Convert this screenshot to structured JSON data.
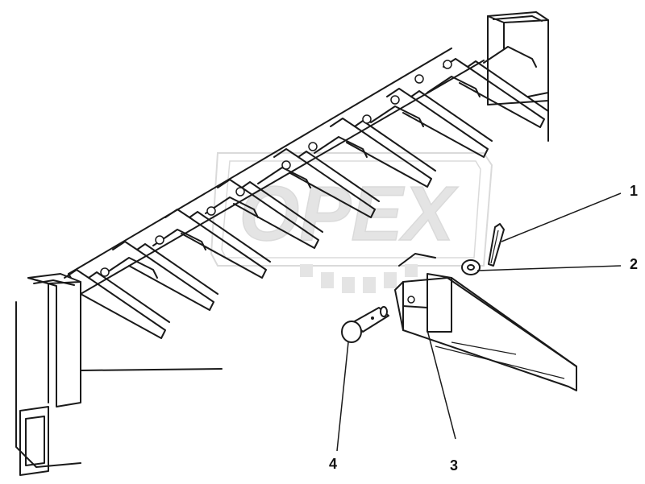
{
  "watermark": {
    "text": "OPEX",
    "color": "#c8c8c8"
  },
  "callouts": [
    {
      "id": "1",
      "label": "1"
    },
    {
      "id": "2",
      "label": "2"
    },
    {
      "id": "3",
      "label": "3"
    },
    {
      "id": "4",
      "label": "4"
    }
  ],
  "colors": {
    "line": "#1a1a1a",
    "background": "#ffffff"
  }
}
